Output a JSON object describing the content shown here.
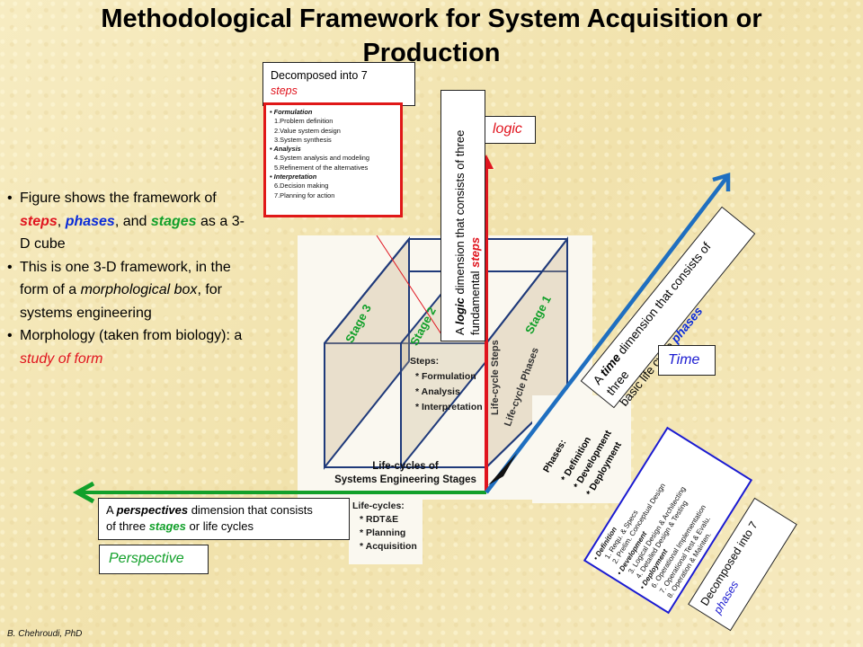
{
  "title": "Methodological Framework for System Acquisition or Production",
  "steps_note": {
    "line1": "Decomposed into 7",
    "line2": "steps"
  },
  "steps_list": [
    {
      "text": "Formulation",
      "heading": true
    },
    {
      "text": "1.Problem definition",
      "heading": false
    },
    {
      "text": "2.Value system design",
      "heading": false
    },
    {
      "text": "3.System synthesis",
      "heading": false
    },
    {
      "text": "Analysis",
      "heading": true
    },
    {
      "text": "4.System analysis and modeling",
      "heading": false
    },
    {
      "text": "5.Refinement of the alternatives",
      "heading": false
    },
    {
      "text": "Interpretation",
      "heading": true
    },
    {
      "text": "6.Decision making",
      "heading": false
    },
    {
      "text": "7.Planning for action",
      "heading": false
    }
  ],
  "bullets": {
    "b1": {
      "p1": "Figure shows the framework of ",
      "steps": "steps",
      "c1": ", ",
      "phases": "phases",
      "c2": ", and ",
      "stages": "stages",
      "p2": " as a 3-D cube"
    },
    "b2": {
      "p1": "This is one 3-D framework, in the form of a ",
      "morph": "morphological box",
      "p2": ", for systems engineering"
    },
    "b3": {
      "p1": "Morphology (taken from biology): a ",
      "study": "study of form"
    }
  },
  "logic_label": "logic",
  "logic_desc": {
    "p1": "A ",
    "logic": "logic",
    "p2": " dimension that consists of three",
    "p3": "fundamental ",
    "steps": "steps"
  },
  "time_label": "Time",
  "time_desc": {
    "p1": "A ",
    "time": "time",
    "p2": " dimension that consists of three",
    "p3": "basic life cycle ",
    "phases": "phases"
  },
  "perspective_label": "Perspective",
  "perspective_desc": {
    "p1": "A ",
    "persp": "perspectives",
    "p2": " dimension that consists",
    "p3": "of three ",
    "stages": "stages",
    "p4": " or life cycles"
  },
  "cube": {
    "stage1": "Stage 1",
    "stage2": "Stage 2",
    "stage3": "Stage 3",
    "steps_title": "Steps:",
    "step_a": "* Formulation",
    "step_b": "* Analysis",
    "step_c": "* Interpretation",
    "lc_steps": "Life-cycle Steps",
    "lc_phases": "Life-cycle Phases",
    "bottom1": "Life-cycles of",
    "bottom2": "Systems Engineering Stages",
    "phases_title": "Phases:",
    "ph_a": "* Definition",
    "ph_b": "* Development",
    "ph_c": "* Deployment"
  },
  "lifecycles": {
    "title": "Life-cycles:",
    "a": "* RDT&E",
    "b": "* Planning",
    "c": "* Acquisition"
  },
  "phases_list": [
    {
      "text": "Definition",
      "heading": true
    },
    {
      "text": "1.  Requ. & Specs",
      "heading": false
    },
    {
      "text": "2.  Prelim. Conceptual Design",
      "heading": false
    },
    {
      "text": "Development",
      "heading": true
    },
    {
      "text": "3.  Logical Design & Architecting",
      "heading": false
    },
    {
      "text": "4.  Detailed Design & Testing",
      "heading": false
    },
    {
      "text": "Deployment",
      "heading": true
    },
    {
      "text": "6.  Operational Implementation",
      "heading": false
    },
    {
      "text": "7.  Operational Test & Evalu.",
      "heading": false
    },
    {
      "text": "8.  Operation & Mainten.",
      "heading": false
    }
  ],
  "phases_note": {
    "line1": "Decomposed into 7",
    "line2": "phases"
  },
  "author": "B. Chehroudi, PhD",
  "colors": {
    "red": "#e0141e",
    "blue": "#0a2bd8",
    "green": "#12a02a",
    "axis_blue": "#1f6fc0"
  }
}
